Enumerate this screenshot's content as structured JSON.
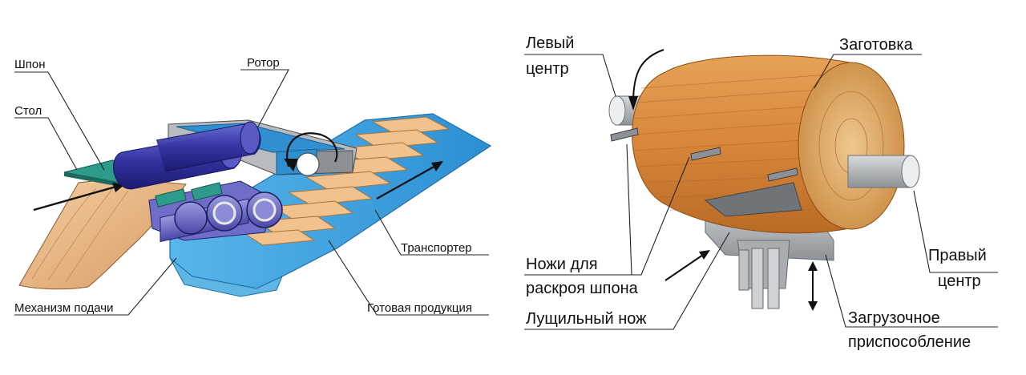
{
  "left_diagram": {
    "labels": {
      "veneer": "Шпон",
      "table": "Стол",
      "rotor": "Ротор",
      "conveyor": "Транспортер",
      "feed_mechanism": "Механизм подачи",
      "finished_product": "Готовая продукция"
    }
  },
  "right_diagram": {
    "labels": {
      "left_center_line1": "Левый",
      "left_center_line2": "центр",
      "blank": "Заготовка",
      "knives_line1": "Ножи для",
      "knives_line2": "раскроя шпона",
      "peeling_knife": "Лущильный нож",
      "right_center_line1": "Правый",
      "right_center_line2": "центр",
      "loader_line1": "Загрузочное",
      "loader_line2": "приспособление"
    }
  },
  "colors": {
    "conveyor_blue": "#2f9ee0",
    "veneer_wood": "#e8b98a",
    "roller_purple": "#3a3aa8",
    "log_orange": "#d98a3a",
    "machine_gray": "#a9acb0"
  }
}
